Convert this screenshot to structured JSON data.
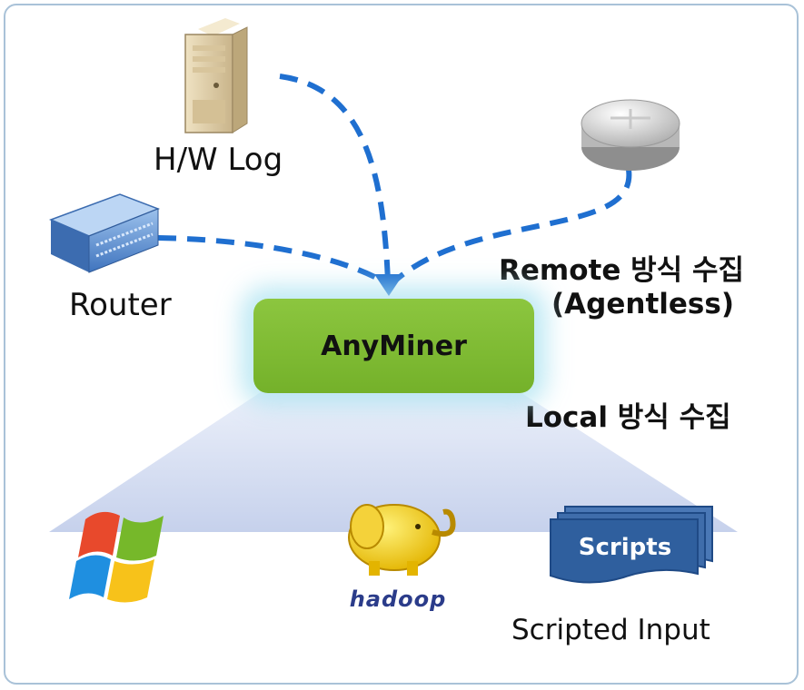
{
  "diagram": {
    "hub_label": "AnyMiner",
    "sources": {
      "hw_log": {
        "label": "H/W Log",
        "icon": "server-tower-icon"
      },
      "router": {
        "label": "Router",
        "icon": "network-switch-icon"
      },
      "remote_device": {
        "icon": "round-router-device-icon"
      }
    },
    "remote_collection": {
      "title": "Remote 방식 수집",
      "subtitle": "(Agentless)"
    },
    "local_collection": {
      "title": "Local 방식 수집",
      "items": [
        {
          "icon": "windows-logo-icon"
        },
        {
          "icon": "hadoop-elephant-logo",
          "logo_text": "hadoop"
        },
        {
          "icon": "scripts-stack-icon",
          "icon_text": "Scripts",
          "label": "Scripted Input"
        }
      ]
    },
    "colors": {
      "hub_fill": "#7ab833",
      "connector": "#1f6fd0",
      "frame_border": "#a9c2d8",
      "local_area": "#c9d4ee",
      "scripts_fill": "#2f5f9e"
    }
  }
}
